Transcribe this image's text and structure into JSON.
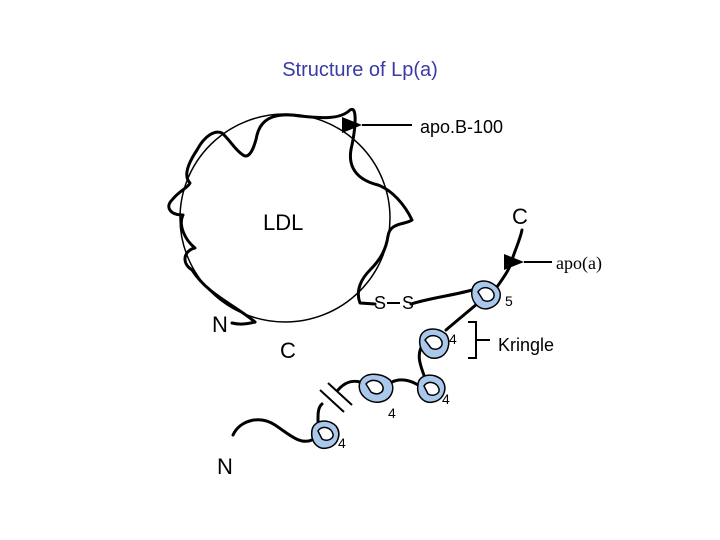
{
  "title": "Structure of Lp(a)",
  "labels": {
    "apob": "apo.B-100",
    "ldl": "LDL",
    "c_top": "C",
    "apoa": "apo(a)",
    "n_left": "N",
    "c_mid": "C",
    "n_bottom": "N",
    "ss_left": "S",
    "ss_right": "S",
    "kringle": "Kringle",
    "k5": "5",
    "k4a": "4",
    "k4b": "4",
    "k4c": "4",
    "k4d": "4"
  },
  "colors": {
    "title": "#3a3aa6",
    "kringle_fill": "#a9c8ec"
  }
}
